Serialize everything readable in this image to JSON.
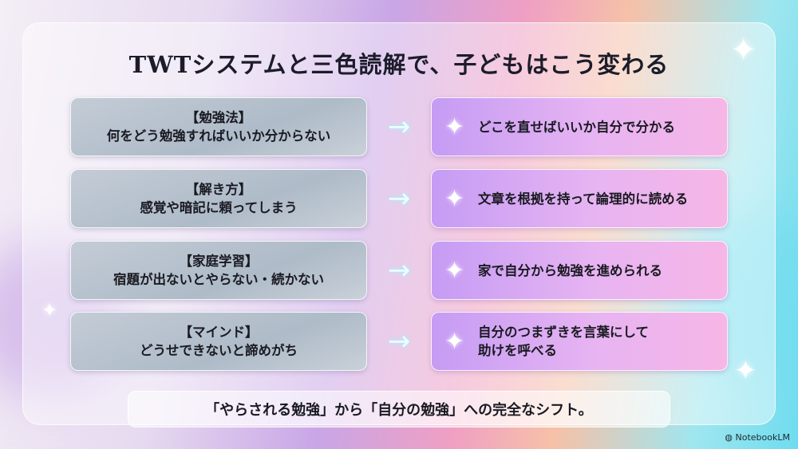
{
  "title": "TWTシステムと三色読解で、子どもはこう変わる",
  "rows": [
    {
      "before_heading": "【勉強法】",
      "before_text": "何をどう勉強すればいいか分からない",
      "after_lines": [
        "どこを直せばいいか自分で分かる"
      ]
    },
    {
      "before_heading": "【解き方】",
      "before_text": "感覚や暗記に頼ってしまう",
      "after_lines": [
        "文章を根拠を持って論理的に読める"
      ]
    },
    {
      "before_heading": "【家庭学習】",
      "before_text": "宿題が出ないとやらない・続かない",
      "after_lines": [
        "家で自分から勉強を進められる"
      ]
    },
    {
      "before_heading": "【マインド】",
      "before_text": "どうせできないと諦めがち",
      "after_lines": [
        "自分のつまずきを言葉にして",
        "助けを呼べる"
      ]
    }
  ],
  "arrow_glyph": "→",
  "sparkle_glyph": "✦",
  "conclusion": "「やらされる勉強」から「自分の勉強」への完全なシフト。",
  "brand": "NotebookLM"
}
